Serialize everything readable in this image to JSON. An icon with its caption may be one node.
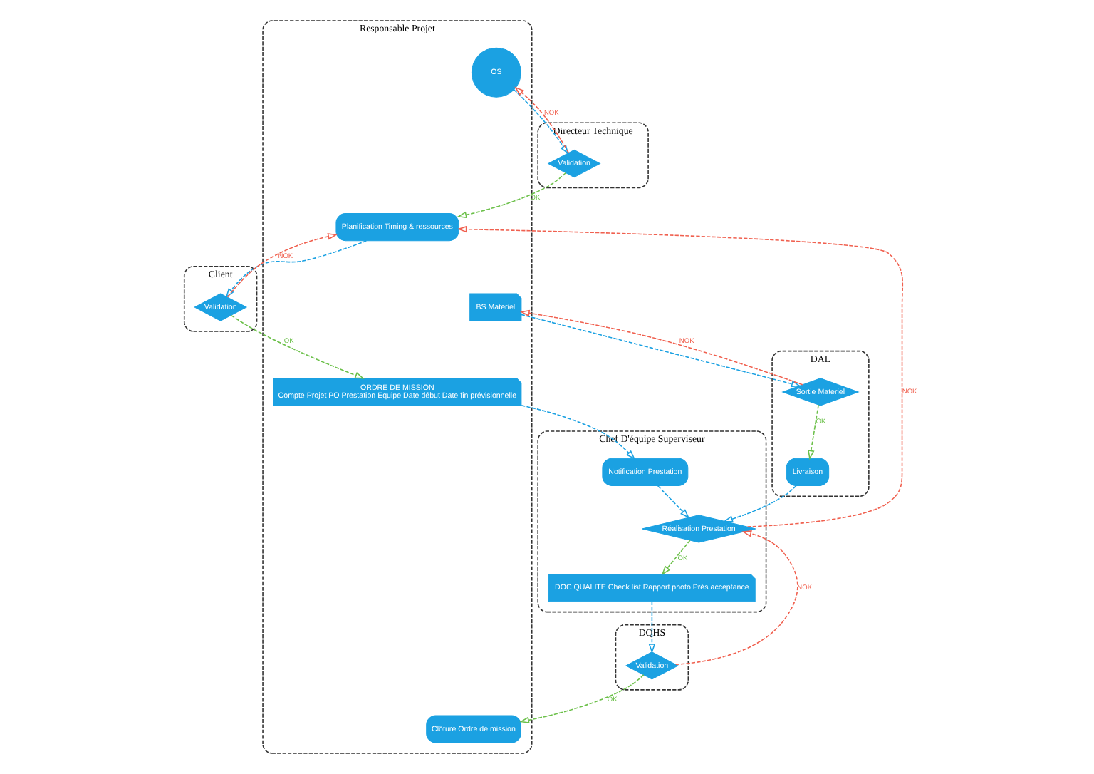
{
  "diagram": {
    "nodes": [
      {
        "text": [
          "Responsable Projet"
        ]
      },
      {
        "text": [
          "OS"
        ],
        "in": 0
      },
      {
        "text": [
          "Planification Timing & ressources"
        ],
        "in": 0
      },
      {
        "text": [
          "BS Materiel"
        ],
        "in": 0
      },
      {
        "text": [
          "ORDRE DE MISSION",
          "Compte Projet PO Prestation Equipe Date début Date fin prévisionnelle"
        ],
        "in": 0
      },
      {
        "text": [
          "Clôture Ordre de mission"
        ],
        "in": 0
      },
      {
        "text": [
          "Directeur Technique"
        ]
      },
      {
        "text": [
          "Validation"
        ],
        "in": 6
      },
      {
        "text": [
          "Chef D'équipe Superviseur"
        ]
      },
      {
        "text": [
          "Notification Prestation"
        ],
        "in": 8
      },
      {
        "text": [
          "Réalisation Prestation"
        ],
        "in": 8
      },
      {
        "text": [
          "DOC QUALITE Check list Rapport photo Prés acceptance"
        ],
        "in": 8
      },
      {
        "text": [
          "DQHS"
        ]
      },
      {
        "text": [
          "Validation"
        ],
        "in": 12
      },
      {
        "text": [
          "DAL"
        ]
      },
      {
        "text": [
          "Sortie Materiel"
        ],
        "in": 14
      },
      {
        "text": [
          "Livraison"
        ],
        "in": 14
      },
      {
        "text": [
          "Client"
        ]
      },
      {
        "text": [
          "Validation"
        ],
        "in": 17
      }
    ],
    "edges": [
      {
        "from": 1,
        "to": 7,
        "arrow": "to"
      },
      {
        "from": 7,
        "to": 1,
        "arrow": "to",
        "label": "NOK",
        "color": "#f0604f"
      },
      {
        "from": 7,
        "to": 2,
        "arrow": "to",
        "label": "OK",
        "color": "#6cc04a"
      },
      {
        "from": 2,
        "to": 18,
        "arrow": "to"
      },
      {
        "from": 18,
        "to": 2,
        "arrow": "to",
        "label": "NOK",
        "color": "#f0604f"
      },
      {
        "from": 18,
        "to": 4,
        "arrow": "to",
        "label": "OK",
        "color": "#6cc04a"
      },
      {
        "from": 15,
        "to": 3,
        "arrow": "to",
        "label": "NOK",
        "color": "#f0604f"
      },
      {
        "from": 3,
        "to": 15,
        "arrow": "to"
      },
      {
        "from": 15,
        "to": 16,
        "arrow": "to",
        "label": "OK",
        "color": "#6cc04a"
      },
      {
        "from": 4,
        "to": 9,
        "arrow": "to"
      },
      {
        "from": 9,
        "to": 10,
        "arrow": "to"
      },
      {
        "from": 16,
        "to": 10,
        "arrow": "to"
      },
      {
        "from": 10,
        "to": 2,
        "arrow": "to",
        "label": "NOK",
        "color": "#f0604f"
      },
      {
        "from": 13,
        "to": 10,
        "arrow": "to",
        "label": "NOK",
        "color": "#f0604f"
      },
      {
        "from": 10,
        "to": 11,
        "arrow": "to",
        "label": "OK",
        "color": "#6cc04a"
      },
      {
        "from": 11,
        "to": 13,
        "arrow": "to"
      },
      {
        "from": 13,
        "to": 5,
        "arrow": "to",
        "label": "OK",
        "color": "#6cc04a"
      }
    ]
  }
}
